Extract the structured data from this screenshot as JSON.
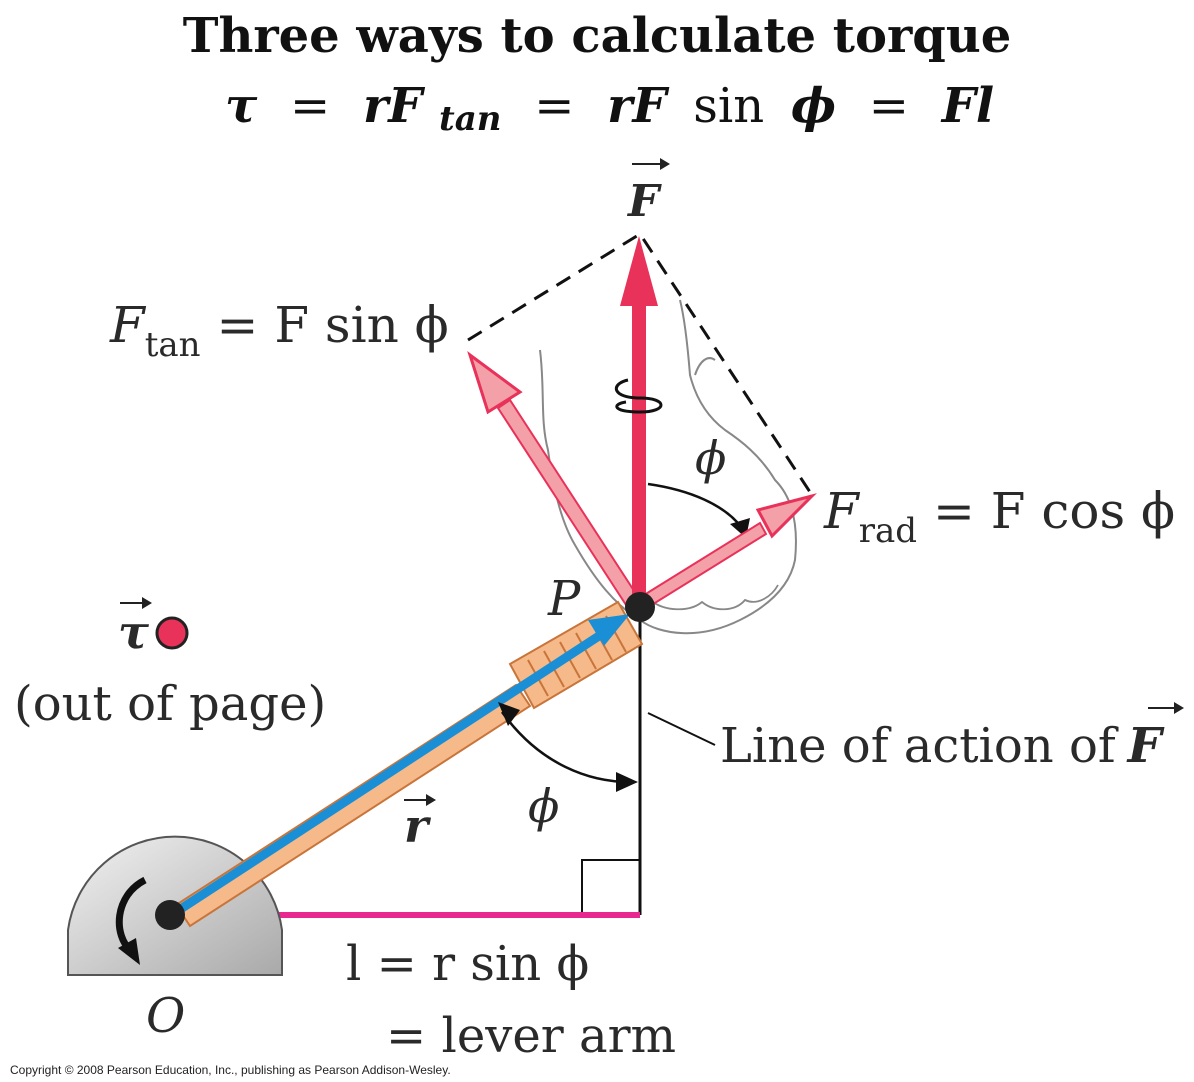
{
  "title": "Three ways to calculate torque",
  "formula": {
    "tau": "τ",
    "eq": "=",
    "rF": "rF",
    "tan_sub": "tan",
    "sin": "sin",
    "phi": "ϕ",
    "Fl": "Fl"
  },
  "labels": {
    "F": "F",
    "F_tan_main": "F",
    "F_tan_sub": "tan",
    "F_tan_rhs": "= F sin ϕ",
    "F_rad_main": "F",
    "F_rad_sub": "rad",
    "F_rad_rhs": "= F cos ϕ",
    "phi": "ϕ",
    "P": "P",
    "tau": "τ",
    "out_of_page": "(out of page)",
    "line_of_action": "Line of action of",
    "r": "r",
    "O": "O",
    "lever_1": "l = r sin ϕ",
    "lever_2": "= lever arm"
  },
  "copyright": "Copyright © 2008 Pearson Education, Inc., publishing as Pearson Addison-Wesley.",
  "colors": {
    "force": "#e8325a",
    "force_light": "#f4a0a8",
    "position": "#1a8fd6",
    "wrench": "#f6b98a",
    "wrench_edge": "#c9753a",
    "lever": "#e8288f",
    "pivot": "#cfcfcf"
  }
}
